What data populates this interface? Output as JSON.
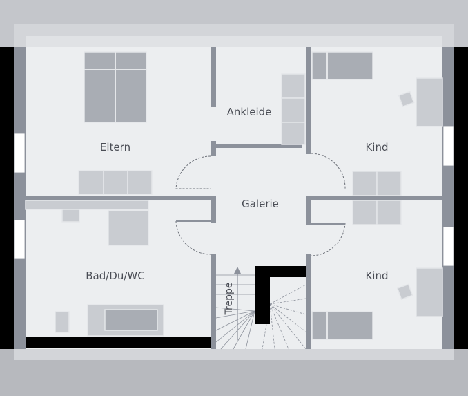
{
  "rooms": {
    "eltern": "Eltern",
    "ankleide": "Ankleide",
    "kind_top": "Kind",
    "galerie": "Galerie",
    "bad": "Bad/Du/WC",
    "kind_bottom": "Kind",
    "treppe": "Treppe"
  },
  "colors": {
    "wall": "#8c919b",
    "floor": "#eceef0",
    "roof": "#c4c6cb"
  }
}
